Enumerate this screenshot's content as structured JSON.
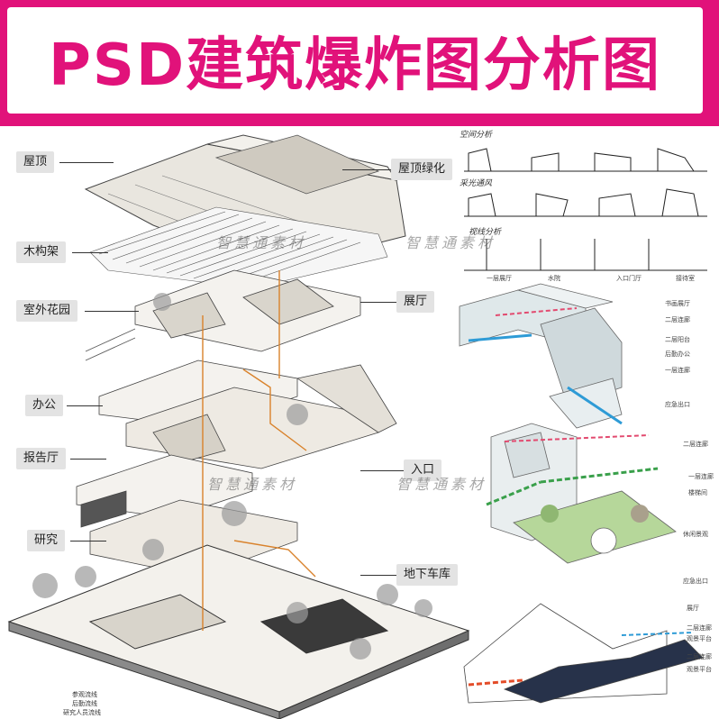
{
  "banner": {
    "title": "PSD建筑爆炸图分析图",
    "color": "#e1127a"
  },
  "left_labels": {
    "roof": "屋顶",
    "timber_frame": "木构架",
    "outdoor_garden": "室外花园",
    "office": "办公",
    "lecture_hall": "报告厅",
    "research": "研究"
  },
  "right_labels": {
    "roof_greening": "屋顶绿化",
    "exhibition_hall": "展厅",
    "entrance": "入口",
    "underground_garage": "地下车库"
  },
  "watermark": "智慧通素材",
  "section_titles": {
    "space": "空间分析",
    "light": "采光通风",
    "circulation": "视线分析"
  },
  "section_bottom_labels": [
    "一层展厅",
    "水院",
    "入口门厅",
    "接待室"
  ],
  "diagram1_labels": [
    "书画展厅",
    "二层连廊",
    "二层阳台",
    "后勤办公",
    "一层连廊",
    "应急出口"
  ],
  "diagram2_labels": [
    "二层连廊",
    "一层连廊",
    "楼梯间",
    "休闲景观",
    "应急出口"
  ],
  "diagram3_labels": [
    "展厅",
    "二层连廊",
    "观景平台",
    "二层连廊",
    "观景平台"
  ],
  "legend": [
    "参观流线",
    "后勤流线",
    "研究人员流线"
  ]
}
